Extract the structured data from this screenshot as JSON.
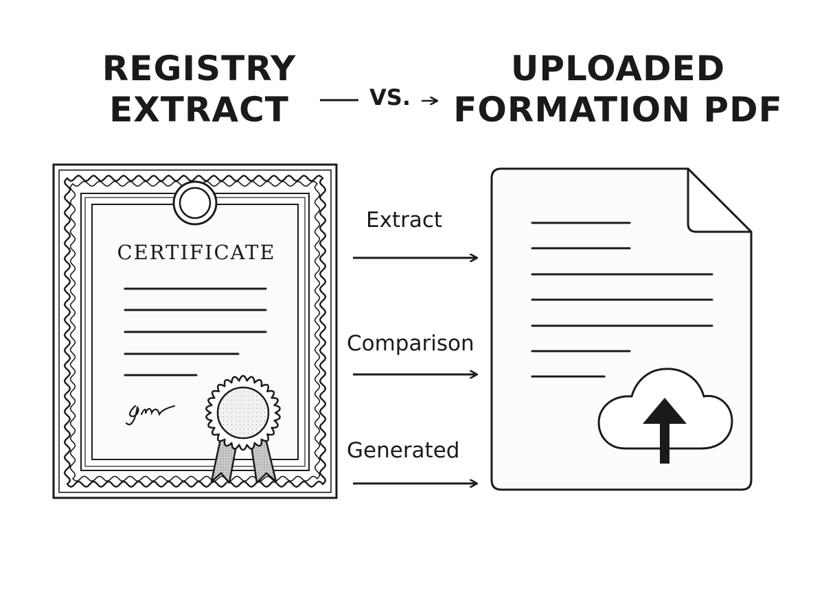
{
  "left_title": {
    "line1": "REGISTRY",
    "line2": "EXTRACT"
  },
  "right_title": {
    "line1": "UPLOADED",
    "line2": "FORMATION PDF"
  },
  "separator": "VS.",
  "certificate": {
    "title": "CERTIFICATE",
    "icons": [
      "seal-ribbon-icon",
      "signature-scribble",
      "certificate-ring-icon"
    ]
  },
  "document": {
    "icons": [
      "folded-corner-icon",
      "cloud-upload-icon"
    ]
  },
  "flow_labels": [
    "Extract",
    "Comparison",
    "Generated"
  ],
  "colors": {
    "ink": "#1a1a1a",
    "background": "#ffffff",
    "paper": "#fbfbfb"
  }
}
